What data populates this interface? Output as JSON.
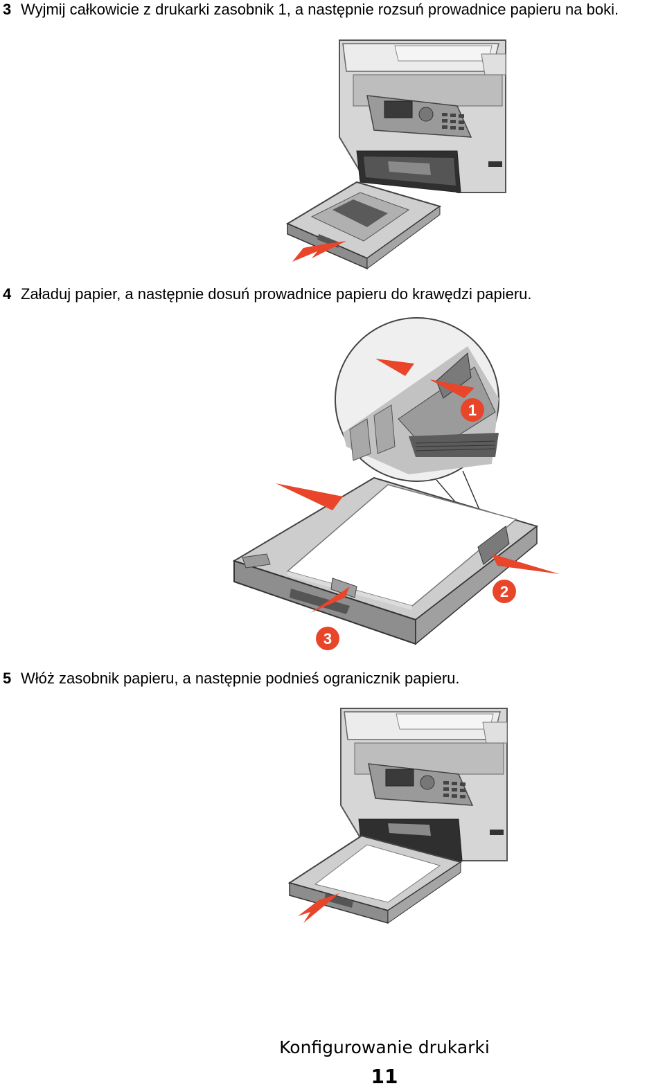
{
  "steps": [
    {
      "number": "3",
      "text": "Wyjmij całkowicie z drukarki zasobnik 1, a następnie rozsuń prowadnice papieru na boki."
    },
    {
      "number": "4",
      "text": "Załaduj papier, a następnie dosuń prowadnice papieru do krawędzi papieru."
    },
    {
      "number": "5",
      "text": "Włóż zasobnik papieru, a następnie podnieś ogranicznik papieru."
    }
  ],
  "callouts": [
    "1",
    "2",
    "3"
  ],
  "footer": {
    "section_title": "Konfigurowanie drukarki",
    "page_number": "11"
  },
  "colors": {
    "arrow": "#e8452a",
    "callout": "#e8452a",
    "device_gray": "#c9c9c9",
    "dark": "#3a3a3a"
  }
}
